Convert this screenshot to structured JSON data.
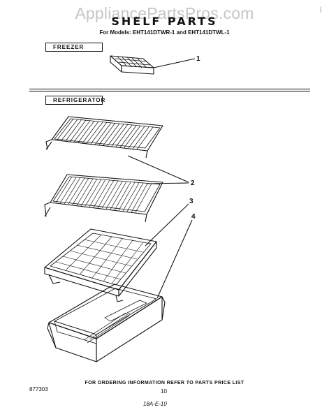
{
  "watermark": "AppliancePartsPros.com",
  "title": "SHELF PARTS",
  "models_line": "For Models: EHT141DTWR-1 and EHT141DTWL-1",
  "sections": {
    "freezer": "FREEZER",
    "refrigerator": "REFRIGERATOR"
  },
  "callouts": [
    "1",
    "2",
    "3",
    "4"
  ],
  "footer": {
    "ordering_note": "FOR ORDERING INFORMATION REFER TO PARTS PRICE LIST",
    "doc_number": "877303",
    "page_number": "10",
    "handwritten": "18A-E-10"
  },
  "colors": {
    "ink": "#111111",
    "watermark": "#c6c6c6",
    "background": "#ffffff"
  }
}
